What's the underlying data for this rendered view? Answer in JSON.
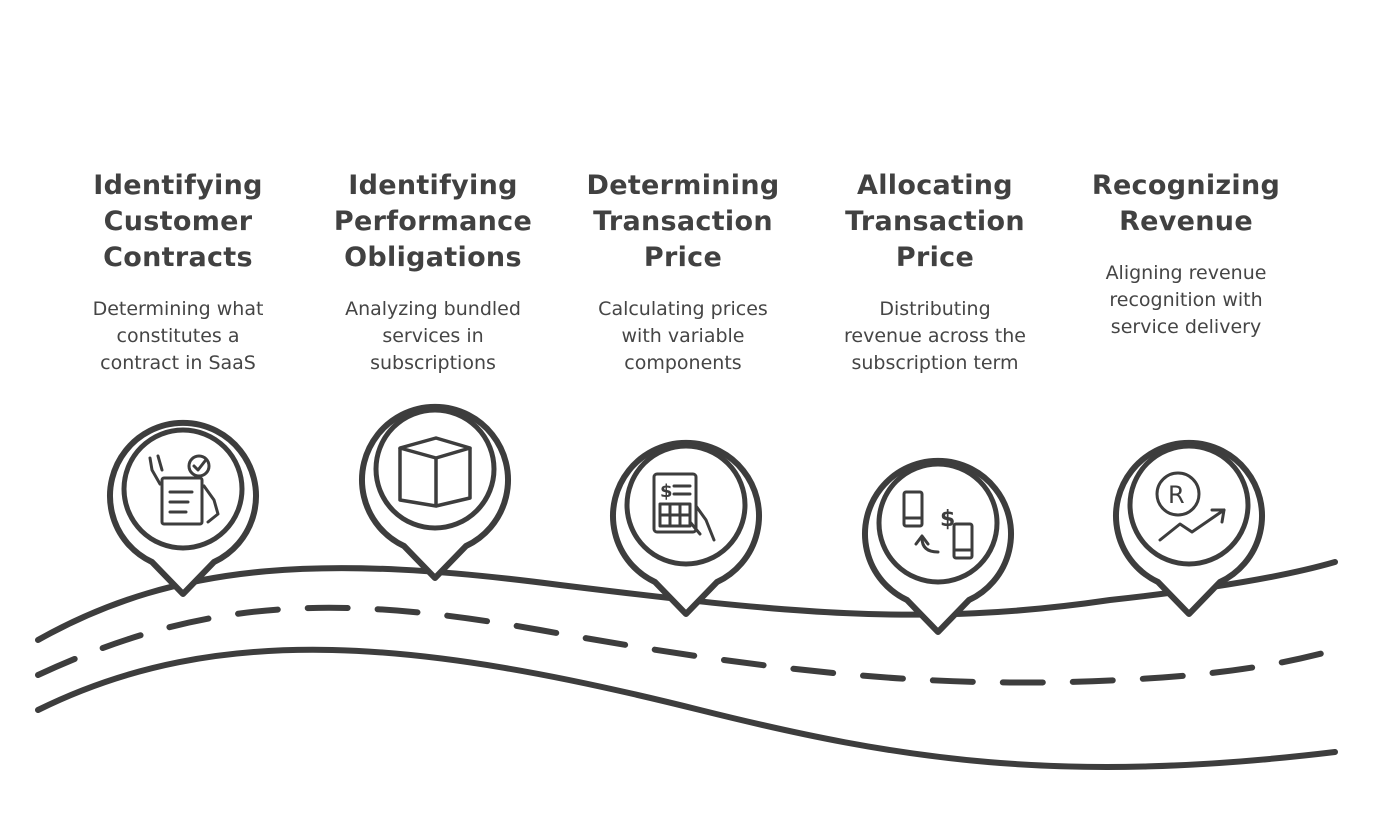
{
  "colors": {
    "stroke": "#3d3d3d",
    "background": "#ffffff"
  },
  "steps": [
    {
      "title_lines": [
        "Identifying",
        "Customer",
        "Contracts"
      ],
      "desc_lines": [
        "Determining what",
        "constitutes a",
        "contract in SaaS"
      ],
      "icon": "contract-check-icon"
    },
    {
      "title_lines": [
        "Identifying",
        "Performance",
        "Obligations"
      ],
      "desc_lines": [
        "Analyzing bundled",
        "services in",
        "subscriptions"
      ],
      "icon": "box-icon"
    },
    {
      "title_lines": [
        "Determining",
        "Transaction",
        "Price"
      ],
      "desc_lines": [
        "Calculating prices",
        "with variable",
        "components"
      ],
      "icon": "calculator-icon"
    },
    {
      "title_lines": [
        "Allocating",
        "Transaction",
        "Price"
      ],
      "desc_lines": [
        "Distributing",
        "revenue across the",
        "subscription term"
      ],
      "icon": "money-transfer-icon"
    },
    {
      "title_lines": [
        "Recognizing",
        "Revenue"
      ],
      "desc_lines": [
        "Aligning revenue",
        "recognition with",
        "service delivery"
      ],
      "icon": "revenue-growth-icon"
    }
  ]
}
